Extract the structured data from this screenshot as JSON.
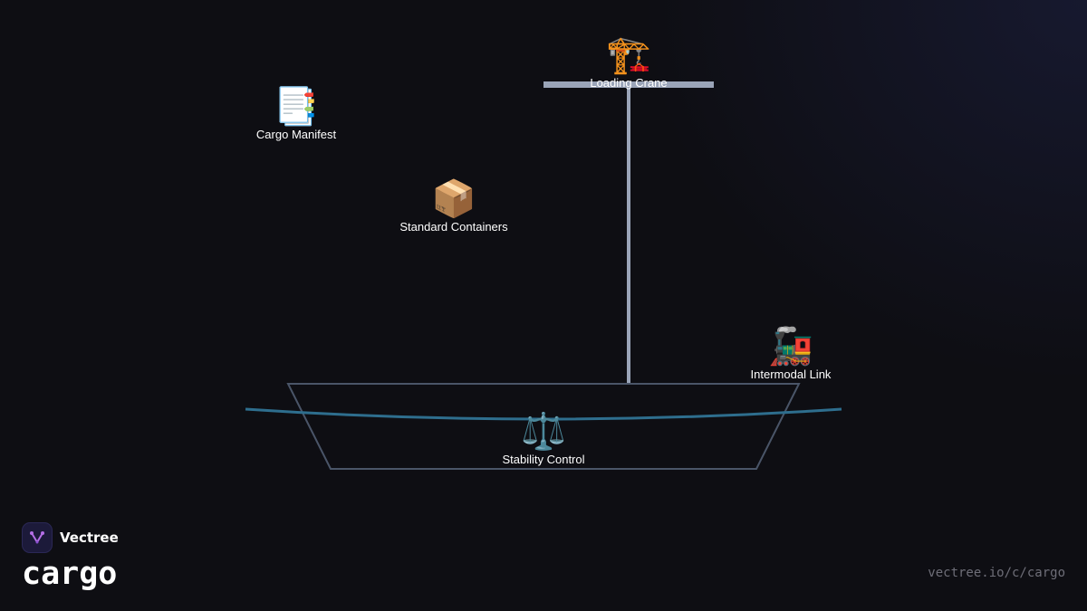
{
  "diagram": {
    "nodes": [
      {
        "id": "cargo_manifest",
        "label": "Cargo Manifest",
        "icon": "page-facing-up-icon",
        "glyph": "📑"
      },
      {
        "id": "standard_containers",
        "label": "Standard Containers",
        "icon": "package-icon",
        "glyph": "📦"
      },
      {
        "id": "loading_crane",
        "label": "Loading Crane",
        "icon": "construction-crane-icon",
        "glyph": "🏗️"
      },
      {
        "id": "intermodal_link",
        "label": "Intermodal Link",
        "icon": "locomotive-icon",
        "glyph": "🚂"
      },
      {
        "id": "stability_control",
        "label": "Stability Control",
        "icon": "balance-scale-icon",
        "glyph": "⚖️"
      }
    ],
    "colors": {
      "crane_structure": "#9aa4b8",
      "hull_outline": "#4a5568",
      "waterline": "#2e6e8e",
      "background": "#0e0e13"
    }
  },
  "branding": {
    "name": "Vectree",
    "slug": "cargo",
    "url": "vectree.io/c/cargo",
    "logo_color": "#b46ee6"
  }
}
